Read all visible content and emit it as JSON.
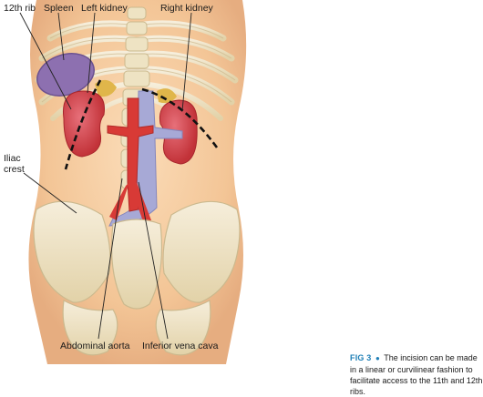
{
  "labels": {
    "rib12": "12th rib",
    "spleen": "Spleen",
    "left_kidney": "Left kidney",
    "right_kidney": "Right kidney",
    "iliac_crest_line1": "Iliac",
    "iliac_crest_line2": "crest",
    "abdominal_aorta": "Abdominal aorta",
    "inferior_vena_cava": "Inferior vena cava"
  },
  "caption": {
    "fig_label": "FIG 3",
    "bullet": "●",
    "text": "The incision can be made in a linear or curvilinear fashion to facilitate access to the 11th and 12th ribs."
  },
  "colors": {
    "skin": "#f7cfa4",
    "skin_shade": "#ebb489",
    "bone": "#efe4c6",
    "kidney": "#d9484a",
    "spleen": "#8d70b0",
    "aorta": "#d83a36",
    "vena_cava": "#a7a9d6",
    "incision": "#111111",
    "caption_accent": "#1f7fb6"
  }
}
